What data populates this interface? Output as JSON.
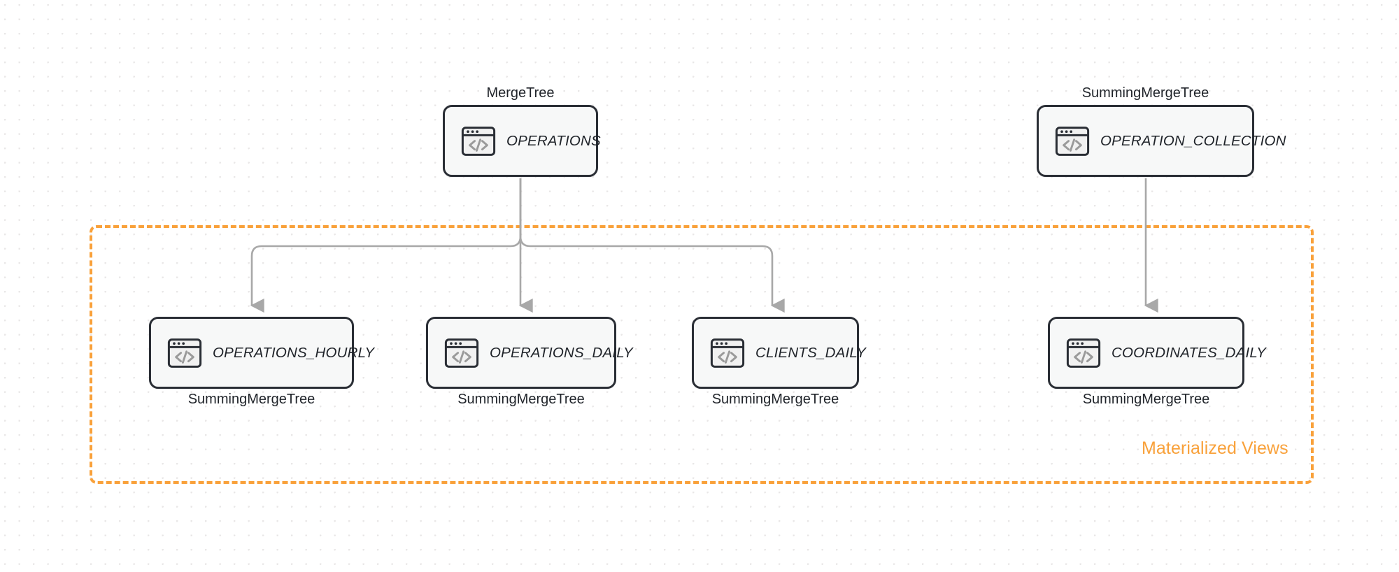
{
  "diagram": {
    "title": "ClickHouse table and materialized view lineage",
    "colors": {
      "node_border": "#2a2e35",
      "node_fill": "#f7f8f8",
      "edge": "#a8a8a8",
      "group_accent": "#f9a13a",
      "text": "#1f2329",
      "grid_dot": "#e9e7e7"
    },
    "group": {
      "label": "Materialized Views",
      "style": "dashed"
    },
    "icon_name": "code-window-icon",
    "icon_glyph": "</>",
    "nodes": [
      {
        "id": "operations",
        "title": "OPERATIONS",
        "engine": "MergeTree",
        "engine_position": "above",
        "row": "top"
      },
      {
        "id": "operation_collection",
        "title": "OPERATION_COLLECTION",
        "engine": "SummingMergeTree",
        "engine_position": "above",
        "row": "top"
      },
      {
        "id": "operations_hourly",
        "title": "OPERATIONS_HOURLY",
        "engine": "SummingMergeTree",
        "engine_position": "below",
        "row": "bottom"
      },
      {
        "id": "operations_daily",
        "title": "OPERATIONS_DAILY",
        "engine": "SummingMergeTree",
        "engine_position": "below",
        "row": "bottom"
      },
      {
        "id": "clients_daily",
        "title": "CLIENTS_DAILY",
        "engine": "SummingMergeTree",
        "engine_position": "below",
        "row": "bottom"
      },
      {
        "id": "coordinates_daily",
        "title": "COORDINATES_DAILY",
        "engine": "SummingMergeTree",
        "engine_position": "below",
        "row": "bottom"
      }
    ],
    "edges": [
      {
        "from": "operations",
        "to": "operations_hourly"
      },
      {
        "from": "operations",
        "to": "operations_daily"
      },
      {
        "from": "operations",
        "to": "clients_daily"
      },
      {
        "from": "operation_collection",
        "to": "coordinates_daily"
      }
    ]
  }
}
